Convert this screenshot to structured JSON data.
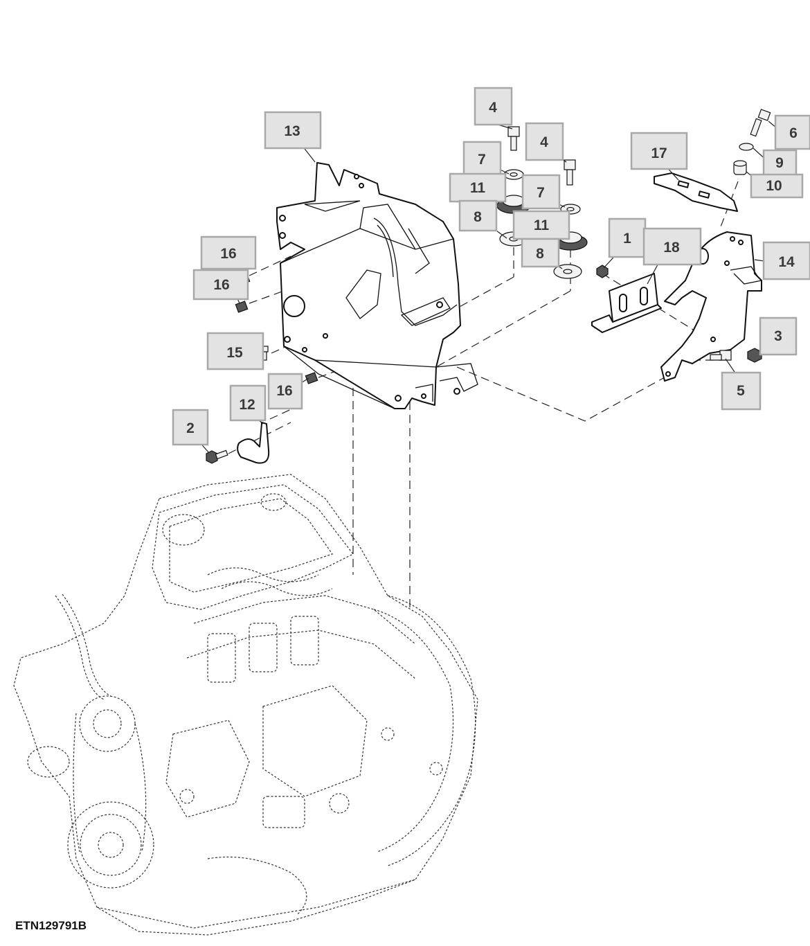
{
  "figure_id": "ETN129791B",
  "callouts": [
    {
      "label": "1"
    },
    {
      "label": "2"
    },
    {
      "label": "3"
    },
    {
      "label": "4"
    },
    {
      "label": "4"
    },
    {
      "label": "5"
    },
    {
      "label": "6"
    },
    {
      "label": "7"
    },
    {
      "label": "7"
    },
    {
      "label": "8"
    },
    {
      "label": "8"
    },
    {
      "label": "9"
    },
    {
      "label": "10"
    },
    {
      "label": "11"
    },
    {
      "label": "11"
    },
    {
      "label": "12"
    },
    {
      "label": "13"
    },
    {
      "label": "14"
    },
    {
      "label": "15"
    },
    {
      "label": "16"
    },
    {
      "label": "16"
    },
    {
      "label": "16"
    },
    {
      "label": "17"
    },
    {
      "label": "18"
    }
  ]
}
